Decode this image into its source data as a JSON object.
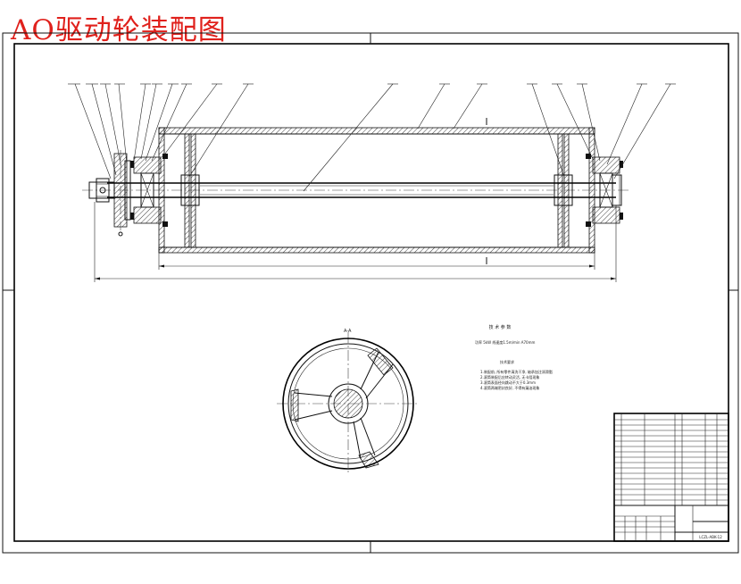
{
  "title": "AO驱动轮装配图",
  "section_label": "A-A",
  "tech_notes": {
    "heading": "技 术 参 数",
    "line1": "功率 5kW    线速度1.5m/min  A70mm",
    "heading2": "技术要求",
    "items": [
      "1.装配前, 所有零件清洗干净, 轴承加注润滑脂",
      "2.滚筒装配后应转动灵活, 无卡阻现象",
      "3.滚筒表面径向跳动不大于0.3mm",
      "4.滚筒两端密封良好, 不得有漏油现象"
    ]
  },
  "drawing_number": "LCZL-ABK-12",
  "colors": {
    "title": "#e0211c",
    "lines": "#111111"
  }
}
